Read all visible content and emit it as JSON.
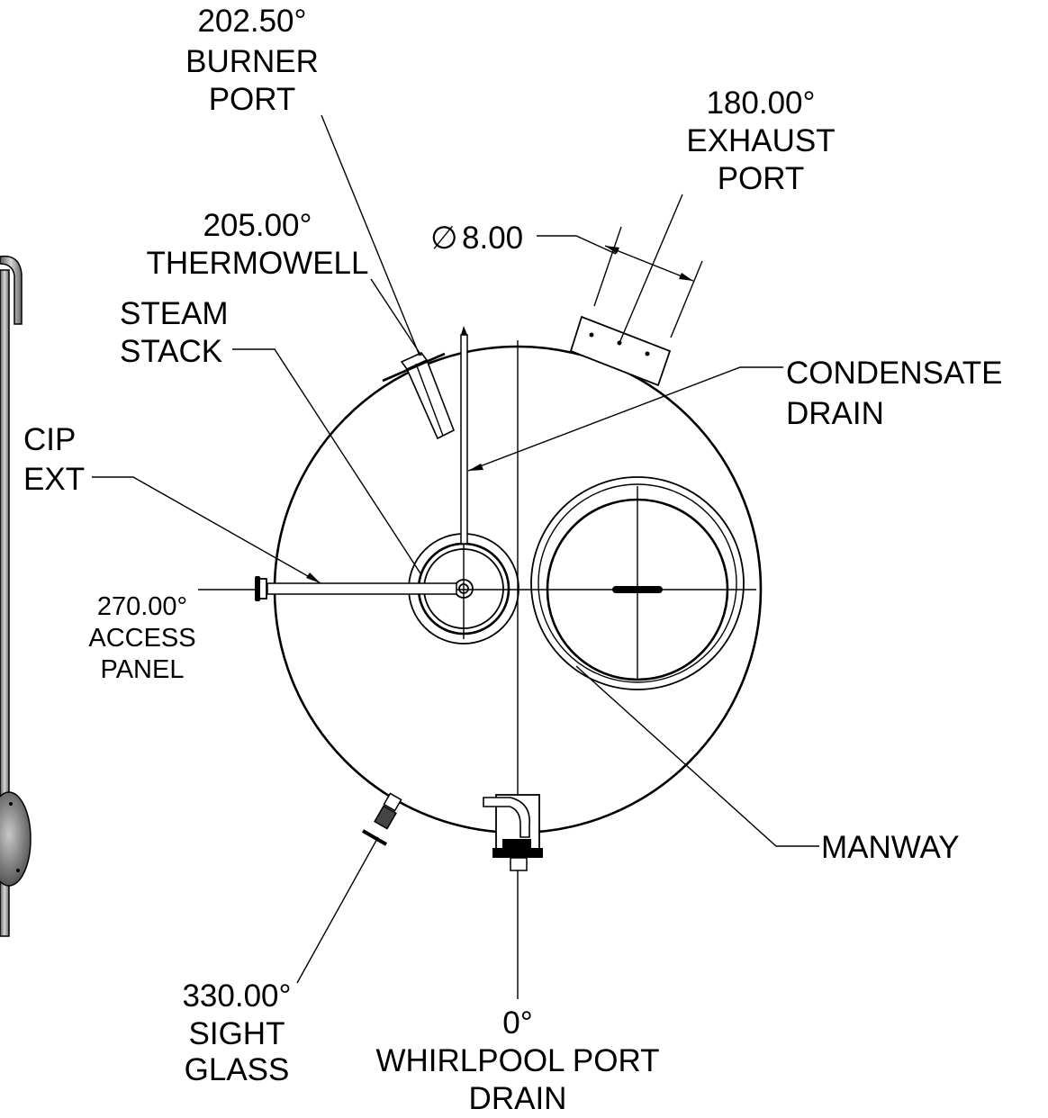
{
  "labels": {
    "burner_port": {
      "angle": "202.50°",
      "line1": "BURNER",
      "line2": "PORT"
    },
    "exhaust_port": {
      "angle": "180.00°",
      "line1": "EXHAUST",
      "line2": "PORT"
    },
    "thermowell": {
      "angle": "205.00°",
      "line1": "THERMOWELL"
    },
    "steam_stack": {
      "line1": "STEAM",
      "line2": "STACK"
    },
    "cip_ext": {
      "line1": "CIP",
      "line2": "EXT"
    },
    "access_panel": {
      "angle": "270.00°",
      "line1": "ACCESS",
      "line2": "PANEL"
    },
    "condensate_drain": {
      "line1": "CONDENSATE",
      "line2": "DRAIN"
    },
    "manway": {
      "line1": "MANWAY"
    },
    "sight_glass": {
      "angle": "330.00°",
      "line1": "SIGHT",
      "line2": "GLASS"
    },
    "whirlpool": {
      "angle": "0°",
      "line1": "WHIRLPOOL PORT",
      "line2": "DRAIN"
    }
  },
  "dimension": {
    "symbol": "∅",
    "value": "8.00"
  }
}
